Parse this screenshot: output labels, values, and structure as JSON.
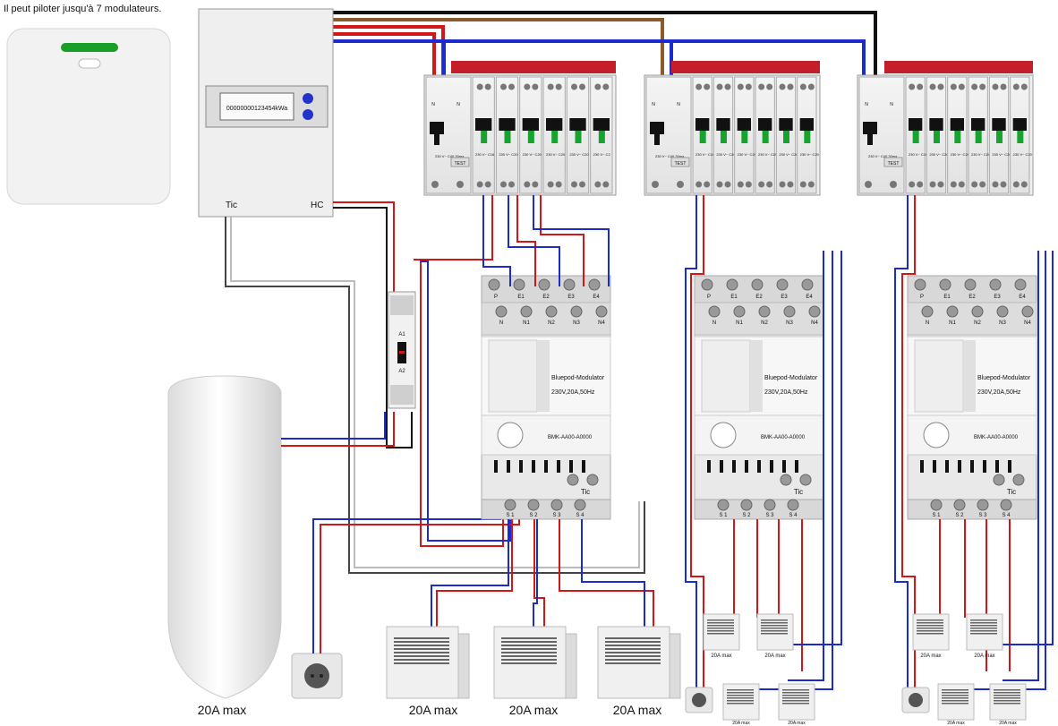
{
  "caption": "Il peut piloter jusqu'à 7 modulateurs.",
  "meter": {
    "reading": "00000000123454kWa",
    "terminal_left": "Tic",
    "terminal_right": "HC"
  },
  "contactor": {
    "a1": "A1",
    "a2": "A2"
  },
  "panels": [
    {
      "diff_label": "230 V~ C40 30ma",
      "test_label": "TEST",
      "breakers": [
        "230 V~ C16",
        "230 V~ C20",
        "230 V~ C20",
        "230 V~ C20",
        "230 V~ C20",
        "230 V~ C2"
      ]
    },
    {
      "diff_label": "230 V~ C40 30ma",
      "test_label": "TEST",
      "breakers": [
        "230 V~ C16",
        "230 V~ C20",
        "230 V~ C20",
        "230 V~ C20",
        "230 V~ C20",
        "230 V~ C20"
      ]
    },
    {
      "diff_label": "230 V~ C40 30ma",
      "test_label": "TEST",
      "breakers": [
        "230 V~ C16",
        "230 V~ C20",
        "230 V~ C20",
        "230 V~ C20",
        "230 V~ C20",
        "230 V~ C20"
      ]
    }
  ],
  "terminal_labels": {
    "phase": "N"
  },
  "modulator": {
    "name": "Bluepod-Modulator",
    "rating": "230V,20A,50Hz",
    "ref": "BMK-AA00-A0000",
    "inputs": [
      "P",
      "E1",
      "E2",
      "E3",
      "E4"
    ],
    "neutrals": [
      "N",
      "N1",
      "N2",
      "N3",
      "N4"
    ],
    "outputs": [
      "S 1",
      "S 2",
      "S 3",
      "S 4"
    ],
    "tic": "Tic"
  },
  "loads": {
    "main_labels": [
      "20A max",
      "20A max",
      "20A max",
      "20A max"
    ],
    "small_labels": [
      "20A max",
      "20A max",
      "20A max",
      "20A max"
    ]
  }
}
